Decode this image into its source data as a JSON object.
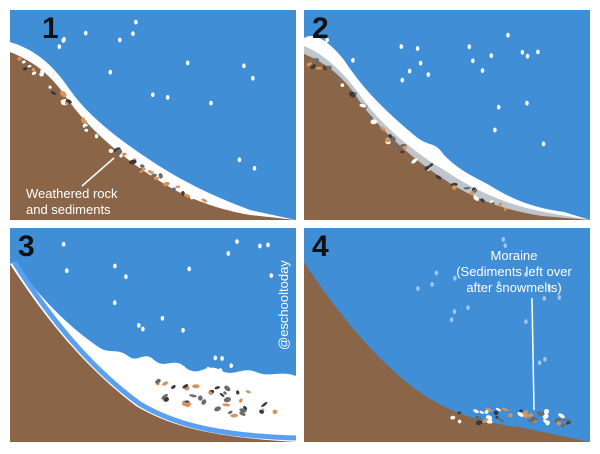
{
  "colors": {
    "sky": "#3f8ed6",
    "ground": "#8a6547",
    "snow": "#ffffff",
    "ice_edge": "#5aa0f0",
    "rock_gray": "#6b6b6b",
    "rock_orange": "#d9925a",
    "number_text": "#111111"
  },
  "panels": [
    {
      "number": "1",
      "label_lines": [
        "Weathered rock",
        "and sediments"
      ]
    },
    {
      "number": "2"
    },
    {
      "number": "3",
      "watermark": "@eschooltoday"
    },
    {
      "number": "4",
      "label_lines": [
        "Moraine",
        "(Sediments left over",
        "after snowmelts)"
      ]
    }
  ]
}
